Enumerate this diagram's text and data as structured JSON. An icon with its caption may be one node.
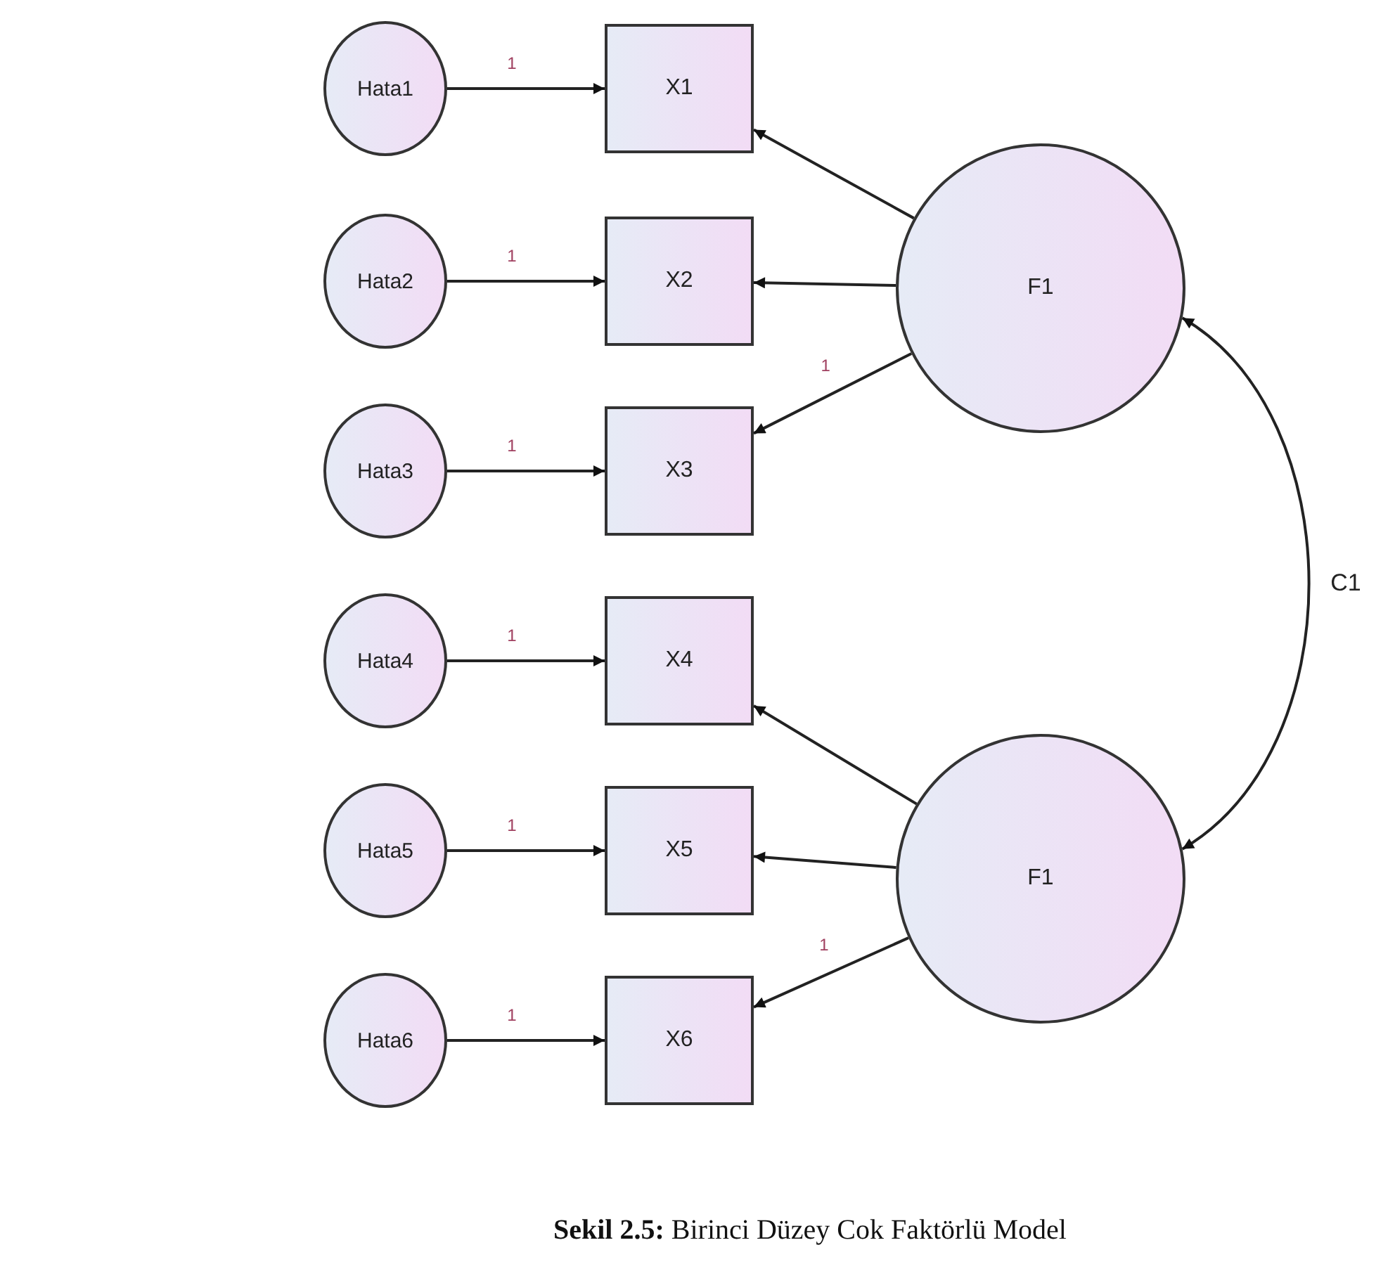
{
  "diagram": {
    "caption": "**Sekil 2.5:** Birinci Düzey Cok Faktörlü Model",
    "nodes": [
      {
        "text": [
          "Hata1"
        ]
      },
      {
        "text": [
          "Hata2"
        ]
      },
      {
        "text": [
          "Hata3"
        ]
      },
      {
        "text": [
          "Hata4"
        ]
      },
      {
        "text": [
          "Hata5"
        ]
      },
      {
        "text": [
          "Hata6"
        ]
      },
      {
        "text": [
          "X1"
        ]
      },
      {
        "text": [
          "X2"
        ]
      },
      {
        "text": [
          "X3"
        ]
      },
      {
        "text": [
          "X4"
        ]
      },
      {
        "text": [
          "X5"
        ]
      },
      {
        "text": [
          "X6"
        ]
      },
      {
        "text": [
          "F1"
        ]
      },
      {
        "text": [
          "F1"
        ]
      }
    ],
    "edges": [
      {
        "from": 0,
        "to": 6,
        "arrow": "to",
        "label": "1"
      },
      {
        "from": 1,
        "to": 7,
        "arrow": "to",
        "label": "1"
      },
      {
        "from": 2,
        "to": 8,
        "arrow": "to",
        "label": "1"
      },
      {
        "from": 3,
        "to": 9,
        "arrow": "to",
        "label": "1"
      },
      {
        "from": 4,
        "to": 10,
        "arrow": "to",
        "label": "1"
      },
      {
        "from": 5,
        "to": 11,
        "arrow": "to",
        "label": "1"
      },
      {
        "from": 12,
        "to": 6,
        "arrow": "to"
      },
      {
        "from": 12,
        "to": 7,
        "arrow": "to"
      },
      {
        "from": 12,
        "to": 8,
        "arrow": "to",
        "label": "1"
      },
      {
        "from": 13,
        "to": 9,
        "arrow": "to"
      },
      {
        "from": 13,
        "to": 10,
        "arrow": "to"
      },
      {
        "from": 13,
        "to": 11,
        "arrow": "to",
        "label": "1"
      },
      {
        "from": 12,
        "to": 13,
        "arrow": "both",
        "label": "C1"
      }
    ]
  }
}
